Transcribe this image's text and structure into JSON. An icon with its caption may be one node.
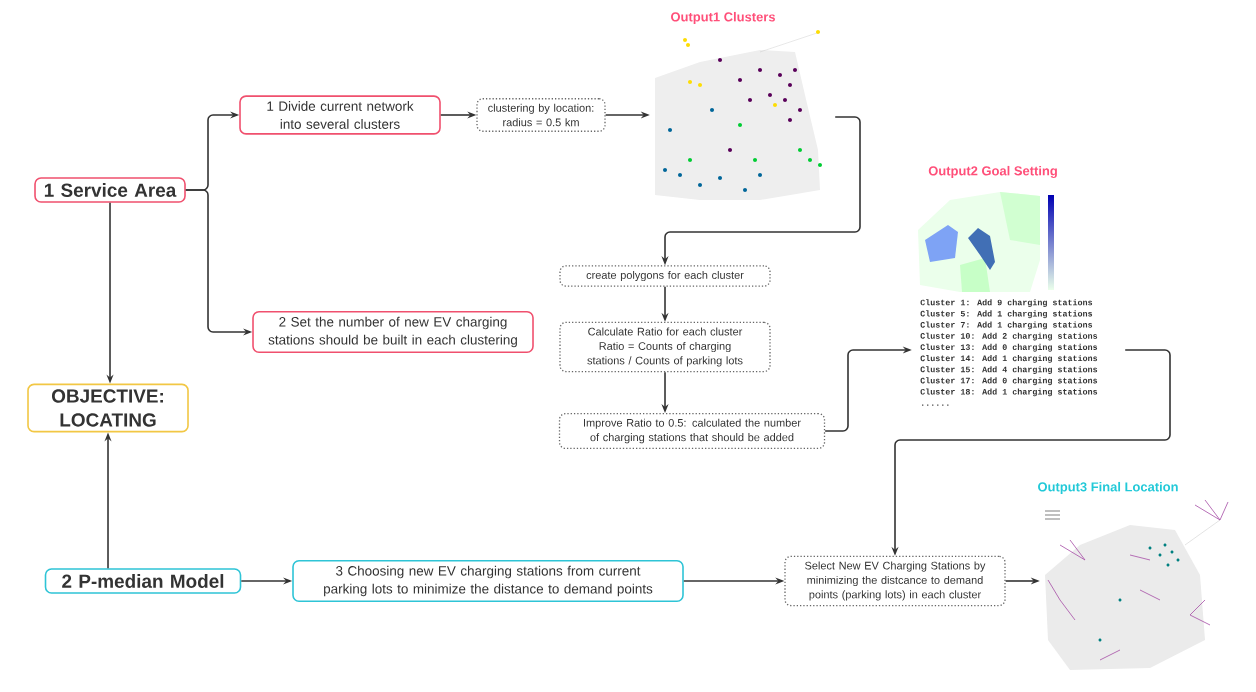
{
  "diagram": {
    "nodes": [
      {
        "text": [
          "1 Service Area"
        ]
      },
      {
        "text": [
          "1 Divide current network into several clusters"
        ]
      },
      {
        "text": [
          "clustering by location: radius = 0.5 km"
        ]
      },
      {
        "text": [
          "Output1 Clusters"
        ]
      },
      {
        "text": [
          "2 Set the number of new EV charging stations should be built in each clustering"
        ]
      },
      {
        "text": [
          "create polygons for each cluster"
        ]
      },
      {
        "text": [
          "Calculate Ratio for each cluster Ratio = Counts of charging stations / Counts of parking lots"
        ]
      },
      {
        "text": [
          "Improve Ratio to 0.5: calculated the number of charging stations that should be added"
        ]
      },
      {
        "text": [
          "Output2 Goal Setting",
          "Cluster 1: Add 9 charging stations",
          "Cluster 5: Add 1 charging stations",
          "Cluster 7: Add 1 charging stations",
          "Cluster 10: Add 2 charging stations",
          "Cluster 13: Add 0 charging stations",
          "Cluster 14: Add 1 charging stations",
          "Cluster 15: Add 4 charging stations",
          "Cluster 17: Add 0 charging stations",
          "Cluster 18: Add 1 charging stations",
          "......"
        ]
      },
      {
        "text": [
          "OBJECTIVE: LOCATING"
        ]
      },
      {
        "text": [
          "2 P-median Model"
        ]
      },
      {
        "text": [
          "3 Choosing new EV charging stations from current parking lots to minimize the distance to demand points"
        ]
      },
      {
        "text": [
          "Select New EV Charging Stations by minimizing the distcance to demand points (parking lots) in each cluster"
        ]
      },
      {
        "text": [
          "Output3 Final Location"
        ]
      }
    ],
    "edges": [
      {
        "from": 0,
        "to": 1,
        "arrow": "to"
      },
      {
        "from": 0,
        "to": 4,
        "arrow": "to"
      },
      {
        "from": 1,
        "to": 2,
        "arrow": "to"
      },
      {
        "from": 2,
        "to": 3,
        "arrow": "to"
      },
      {
        "from": 3,
        "to": 5,
        "arrow": "to"
      },
      {
        "from": 5,
        "to": 6,
        "arrow": "to"
      },
      {
        "from": 6,
        "to": 7,
        "arrow": "to"
      },
      {
        "from": 7,
        "to": 8,
        "arrow": "to"
      },
      {
        "from": 8,
        "to": 12,
        "arrow": "to"
      },
      {
        "from": 0,
        "to": 9,
        "arrow": "to"
      },
      {
        "from": 10,
        "to": 9,
        "arrow": "to"
      },
      {
        "from": 10,
        "to": 11,
        "arrow": "to"
      },
      {
        "from": 11,
        "to": 12,
        "arrow": "to"
      },
      {
        "from": 12,
        "to": 13,
        "arrow": "to"
      }
    ]
  }
}
